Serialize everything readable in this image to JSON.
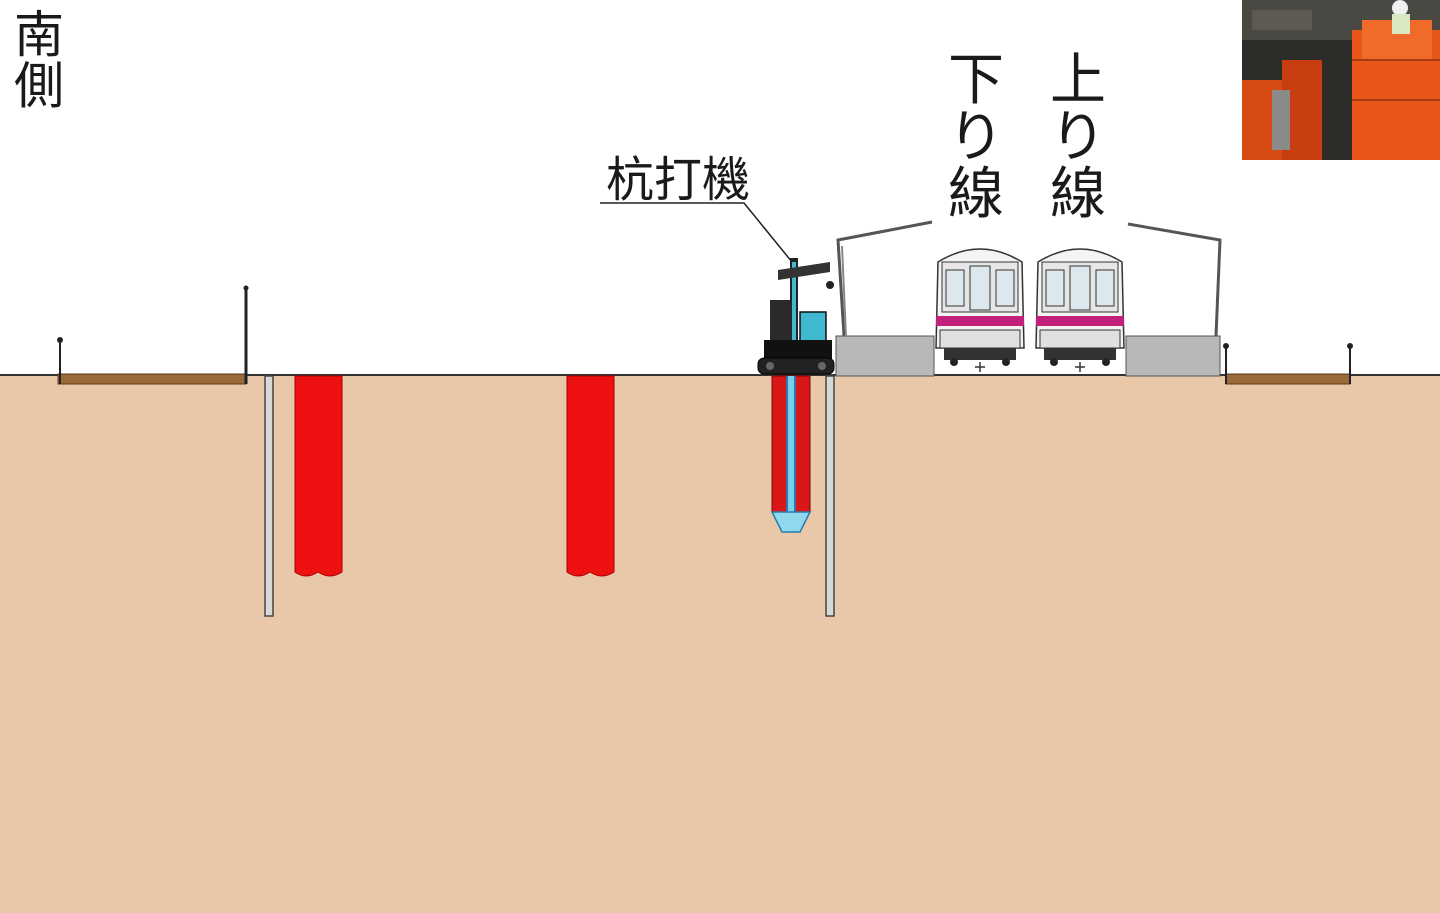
{
  "labels": {
    "south_side": [
      "南",
      "側"
    ],
    "down_line": [
      "下",
      "り",
      "線"
    ],
    "up_line": [
      "上",
      "り",
      "線"
    ],
    "pile_driver": "杭打機"
  },
  "colors": {
    "soil": "#e8c8a8",
    "pile": "#ee1111",
    "steel_sheet": "#d8d8d8",
    "walkway": "#9a6a3a",
    "platform": "#b8b8b8",
    "train_stripe": "#c0207a",
    "machine": "#40b8d0",
    "machinery_orange": "#e8561a"
  },
  "icons": [
    "pile-driver-icon",
    "train-icon",
    "inset-photo"
  ]
}
